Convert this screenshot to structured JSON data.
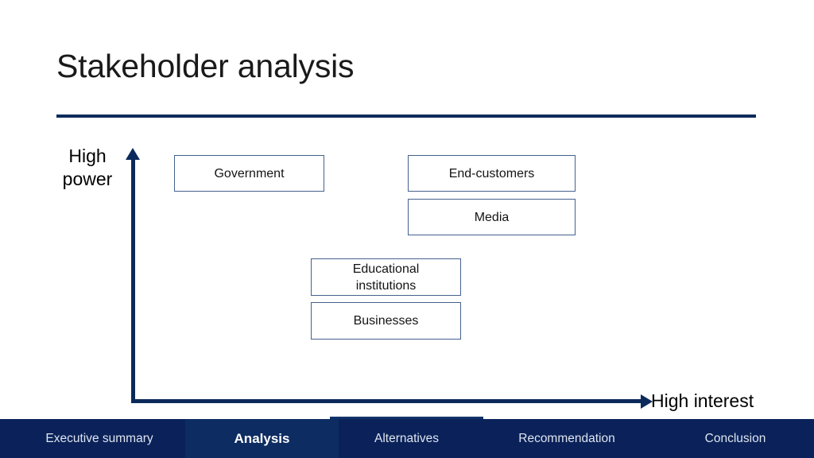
{
  "slide": {
    "title": "Stakeholder analysis",
    "background_color": "#ffffff",
    "accent_color": "#0b2a5b"
  },
  "matrix": {
    "y_axis_label_line1": "High",
    "y_axis_label_line2": "power",
    "x_axis_label": "High interest",
    "axis_color": "#0b2a5b",
    "boxes": [
      {
        "id": "government",
        "label": "Government",
        "line1": "Government",
        "line2": ""
      },
      {
        "id": "end-customers",
        "label": "End-customers",
        "line1": "End-customers",
        "line2": ""
      },
      {
        "id": "media",
        "label": "Media",
        "line1": "Media",
        "line2": ""
      },
      {
        "id": "educational",
        "label": "Educational institutions",
        "line1": "Educational",
        "line2": "institutions"
      },
      {
        "id": "businesses",
        "label": "Businesses",
        "line1": "Businesses",
        "line2": ""
      }
    ],
    "box_border_color": "#44618e"
  },
  "footer": {
    "background_color": "#0a2259",
    "text_color": "#dfe4ef",
    "active_text_color": "#ffffff",
    "items": [
      {
        "label": "Executive summary",
        "active": false
      },
      {
        "label": "Analysis",
        "active": true
      },
      {
        "label": "Alternatives",
        "active": false
      },
      {
        "label": "Recommendation",
        "active": false
      },
      {
        "label": "Conclusion",
        "active": false
      }
    ]
  }
}
